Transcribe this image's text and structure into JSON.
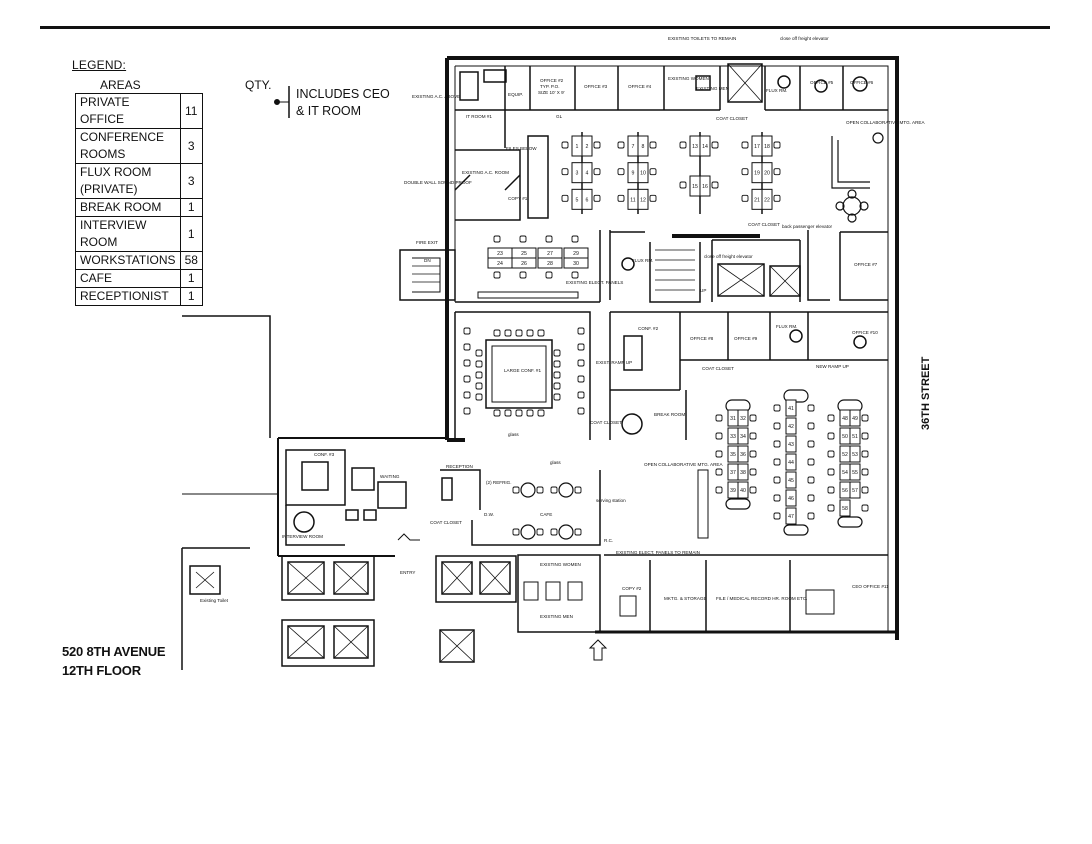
{
  "legend": {
    "title": "LEGEND:",
    "col_areas": "AREAS",
    "col_qty": "QTY.",
    "rows": [
      {
        "area": "PRIVATE OFFICE",
        "qty": "11"
      },
      {
        "area": "CONFERENCE ROOMS",
        "qty": "3"
      },
      {
        "area": "FLUX ROOM (PRIVATE)",
        "qty": "3"
      },
      {
        "area": "BREAK ROOM",
        "qty": "1"
      },
      {
        "area": "INTERVIEW ROOM",
        "qty": "1"
      },
      {
        "area": "WORKSTATIONS",
        "qty": "58"
      },
      {
        "area": "CAFE",
        "qty": "1"
      },
      {
        "area": "RECEPTIONIST",
        "qty": "1"
      }
    ],
    "note_line1": "INCLUDES CEO",
    "note_line2": "& IT ROOM"
  },
  "address": {
    "line1": "520 8TH AVENUE",
    "line2": "12TH FLOOR"
  },
  "street": "36TH STREET",
  "rooms": {
    "office2": "OFFICE #2",
    "office2_sub1": "TYP. P.O.",
    "office2_sub2": "SIZE 10' X 9'",
    "office3": "OFFICE #3",
    "office4": "OFFICE #4",
    "office5": "OFFICE #5",
    "office6": "OFFICE #6",
    "office7": "OFFICE #7",
    "office8": "OFFICE #8",
    "office9": "OFFICE #9",
    "office10": "OFFICE #10",
    "existing_ac_above": "EXISTING A.C. ABOVE",
    "it_room": "IT ROOM #1",
    "equip": "EQUIP.",
    "files_below": "FILES BELOW",
    "existing_ac_room": "EXISTING A.C. ROOM",
    "double_wall": "DOUBLE WALL SOUND PROOF",
    "copy1": "COPY #1",
    "fire_exit": "FIRE EXIT",
    "existing_toilets": "EXISTING TOILETS TO REMAIN",
    "close_off_freight_top": "close off freight elevator",
    "existing_women": "EXISTING WOMEN",
    "existing_men": "EXISTING MEN",
    "flux_rm": "FLUX RM.",
    "flux_rm2": "FLUX RM.",
    "flux_rm3": "FLUX RM.",
    "coat_closet_1": "COAT CLOSET",
    "open_collab_1": "OPEN COLLABORATIVE MTG. AREA",
    "coat_closet_2": "COAT CLOSET",
    "back_passenger": "back passenger elevator",
    "close_off_freight_mid": "close off freight elevator",
    "existing_elect_1": "EXISTING ELECT. PANELS",
    "conf2": "CONF. #2",
    "exist_ramp": "EXIST. RAMP UP",
    "coat_closet_3": "COAT CLOSET",
    "break_room": "BREAK ROOM",
    "large_conf": "LARGE CONF. #1",
    "coat_closet_4": "COAT CLOSET",
    "new_ramp": "NEW RAMP UP",
    "glass_1": "glass",
    "glass_2": "glass",
    "conf3": "CONF. #3",
    "waiting": "WAITING",
    "reception": "RECEPTION",
    "refrig": "(2) REFRIG.",
    "dw": "D.W.",
    "cafe": "CAFE",
    "serving_station": "serving station",
    "open_collab_2": "OPEN COLLABORATIVE MTG. AREA",
    "coat_closet_5": "COAT CLOSET",
    "interview_room": "INTERVIEW ROOM",
    "entry": "ENTRY",
    "rc": "R.C.",
    "existing_elect_2": "EXISTING ELECT. PANELS TO REMAIN",
    "existing_women_2": "EXISTING WOMEN",
    "existing_men_2": "EXISTING MEN",
    "copy2": "COPY #2",
    "mktg_storage": "MKTG. & STORAGE",
    "file_medical": "FILE / MEDICAL RECORD HR. ROOM ETC.",
    "ceo_office": "CEO OFFICE #11",
    "existing_toilet": "Existing Toilet",
    "gl": "GL",
    "dn": "DN",
    "up": "UP"
  },
  "workstations": {
    "groupA": [
      "1",
      "2",
      "3",
      "4",
      "5",
      "6",
      "7",
      "8",
      "9",
      "10",
      "11",
      "12",
      "13",
      "14",
      "15",
      "16",
      "17",
      "18",
      "19",
      "20",
      "21",
      "22"
    ],
    "groupB": [
      "23",
      "24",
      "25",
      "26",
      "27",
      "28",
      "29",
      "30"
    ],
    "groupC": [
      "31",
      "32",
      "33",
      "34",
      "35",
      "36",
      "37",
      "38",
      "39",
      "40"
    ],
    "groupD": [
      "41",
      "42",
      "43",
      "44",
      "45",
      "46",
      "47"
    ],
    "groupE": [
      "48",
      "49",
      "50",
      "51",
      "52",
      "53",
      "54",
      "55",
      "56",
      "57",
      "58"
    ]
  }
}
